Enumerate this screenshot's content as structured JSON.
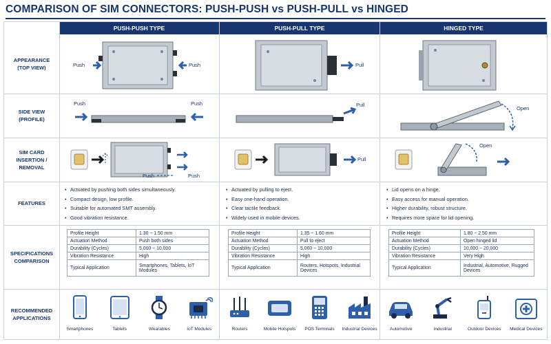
{
  "title": "COMPARISON OF SIM CONNECTORS: PUSH-PUSH vs PUSH-PULL vs HINGED",
  "columns": [
    "PUSH-PUSH TYPE",
    "PUSH-PULL TYPE",
    "HINGED TYPE"
  ],
  "rows": [
    "APPEARANCE\n(TOP VIEW)",
    "SIDE VIEW\n(PROFILE)",
    "SIM CARD\nINSERTION /\nREMOVAL",
    "FEATURES",
    "SPECIFICATIONS\nCOMPARISON",
    "RECOMMENDED\nAPPLICATIONS"
  ],
  "labels": {
    "push": "Push",
    "pull": "Pull",
    "open": "Open"
  },
  "features": [
    [
      "Actuated by pushing both sides simultaneously.",
      "Compact design, low profile.",
      "Suitable for automated SMT assembly.",
      "Good vibration resistance."
    ],
    [
      "Actuated by pulling to eject.",
      "Easy one-hand operation.",
      "Clear tactile feedback.",
      "Widely used in mobile devices."
    ],
    [
      "Lid opens on a hinge.",
      "Easy access for manual operation.",
      "Higher durability, robust structure.",
      "Requires more space for lid opening."
    ]
  ],
  "spec_keys": [
    "Profile Height",
    "Actuation Method",
    "Durability (Cycles)",
    "Vibration Resistance",
    "Typical Application"
  ],
  "specs": [
    [
      "1.30 ~ 1.50 mm",
      "Push both sides",
      "5,000 ~ 10,000",
      "High",
      "Smartphones, Tablets, IoT Modules"
    ],
    [
      "1.35 ~ 1.60 mm",
      "Pull to eject",
      "5,000 ~ 10,000",
      "High",
      "Routers, Hotspots, Industrial Devices"
    ],
    [
      "1.80 ~ 2.50 mm",
      "Open hinged lid",
      "10,000 ~ 20,000",
      "Very High",
      "Industrial, Automotive, Rugged Devices"
    ]
  ],
  "applications": [
    [
      {
        "label": "Smartphones",
        "icon": "smartphone-icon"
      },
      {
        "label": "Tablets",
        "icon": "tablet-icon"
      },
      {
        "label": "Wearables",
        "icon": "watch-icon"
      },
      {
        "label": "IoT Modules",
        "icon": "iot-chip-icon"
      }
    ],
    [
      {
        "label": "Routers",
        "icon": "router-icon"
      },
      {
        "label": "Mobile Hotspots",
        "icon": "hotspot-icon"
      },
      {
        "label": "POS Terminals",
        "icon": "pos-terminal-icon"
      },
      {
        "label": "Industrial Devices",
        "icon": "factory-icon"
      }
    ],
    [
      {
        "label": "Automotive",
        "icon": "car-icon"
      },
      {
        "label": "Industrial",
        "icon": "robot-arm-icon"
      },
      {
        "label": "Outdoor Devices",
        "icon": "outdoor-device-icon"
      },
      {
        "label": "Medical Devices",
        "icon": "medical-kit-icon"
      }
    ]
  ],
  "colors": {
    "navy": "#17356e",
    "arrow": "#2e5fa8",
    "metal": "#b8bec6",
    "sim_gold": "#e3c06a"
  }
}
